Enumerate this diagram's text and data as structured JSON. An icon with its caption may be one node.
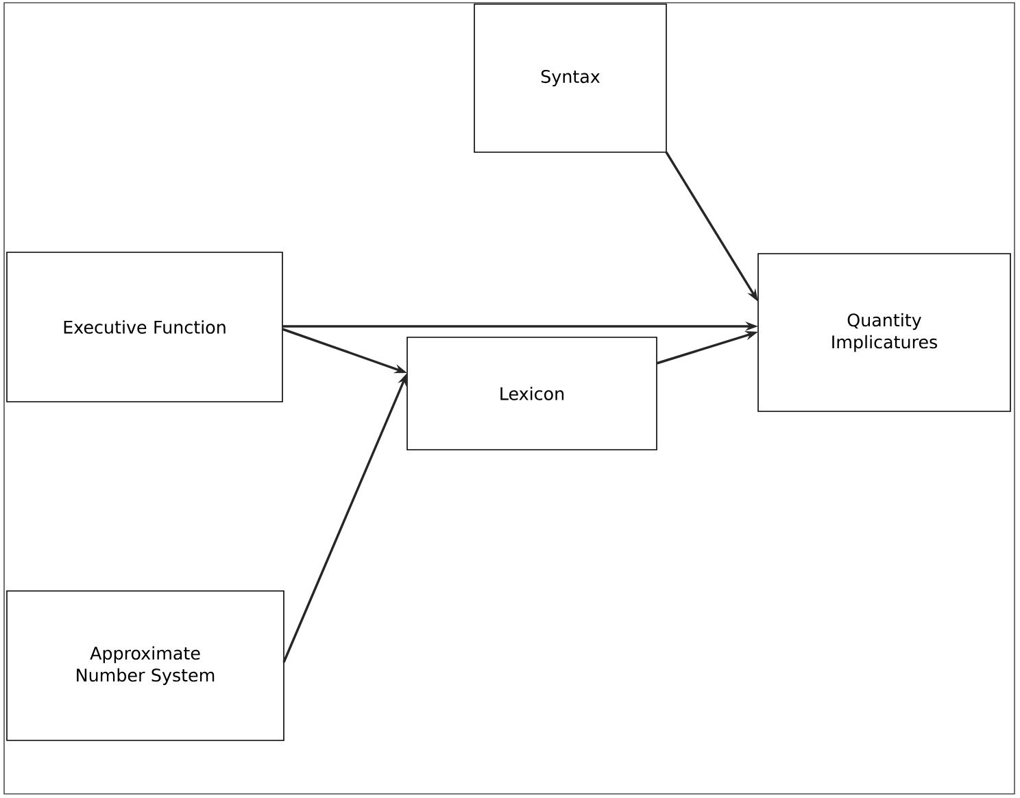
{
  "diagram": {
    "nodes": [
      {
        "text": [
          "Syntax"
        ]
      },
      {
        "text": [
          "Executive Function"
        ]
      },
      {
        "text": [
          "Quantity Implicatures"
        ]
      },
      {
        "text": [
          "Lexicon"
        ]
      },
      {
        "text": [
          "Approximate Number System"
        ]
      }
    ],
    "edges": [
      {
        "from": 0,
        "to": 2,
        "arrow": "to"
      },
      {
        "from": 1,
        "to": 2,
        "arrow": "to"
      },
      {
        "from": 1,
        "to": 3,
        "arrow": "to"
      },
      {
        "from": 4,
        "to": 3,
        "arrow": "to"
      },
      {
        "from": 3,
        "to": 2,
        "arrow": "to"
      }
    ]
  }
}
